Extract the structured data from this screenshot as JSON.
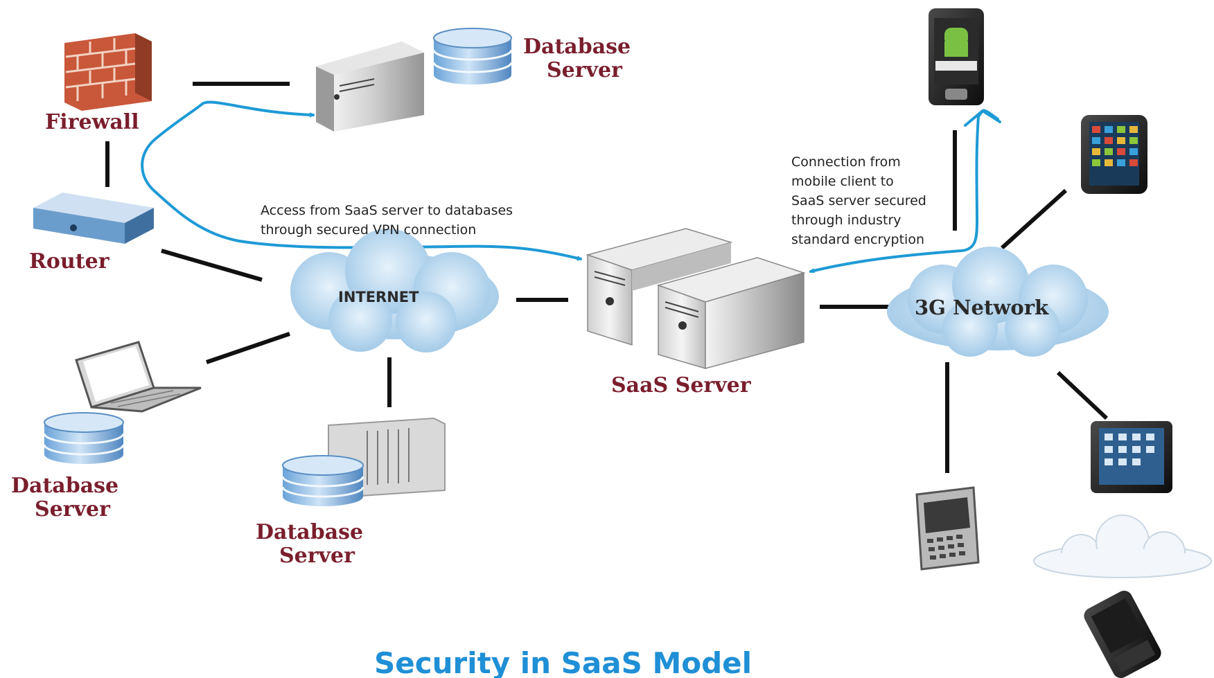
{
  "title": "Security in SaaS Model",
  "nodes": {
    "firewall": "Firewall",
    "router": "Router",
    "database_top": [
      "Database",
      "Server"
    ],
    "database_left": [
      "Database",
      "Server"
    ],
    "database_bottom": [
      "Database",
      "Server"
    ],
    "saas_server": "SaaS Server",
    "internet": "INTERNET",
    "network_3g": "3G Network"
  },
  "annotations": {
    "vpn": [
      "Access from SaaS server to databases",
      "through secured VPN connection"
    ],
    "mobile": [
      "Connection from",
      "mobile client to",
      "SaaS server secured",
      "through industry",
      "standard encryption"
    ]
  },
  "colors": {
    "node_label": "#7a1e2c",
    "title": "#1f8fd6",
    "flow_arrow": "#1e9ad6",
    "link_line": "#111111"
  },
  "icons": [
    "brick-firewall-icon",
    "router-icon",
    "server-tower-icon",
    "database-stack-icon",
    "laptop-icon",
    "cloud-icon",
    "smartphone-icon",
    "tablet-icon"
  ]
}
